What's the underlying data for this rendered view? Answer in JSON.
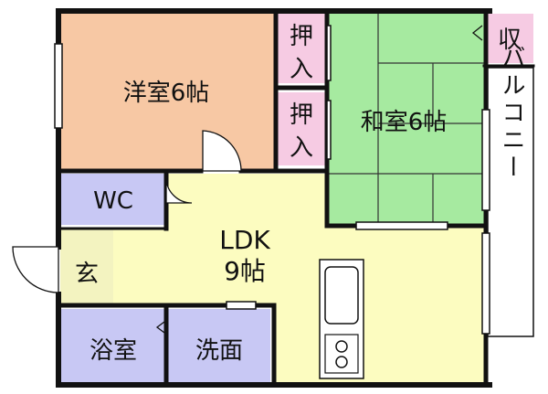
{
  "rooms": {
    "western": "洋室6帖",
    "japanese": "和室6帖",
    "ldk_line1": "LDK",
    "ldk_line2": "9帖",
    "wc": "WC",
    "entrance": "玄",
    "bath": "浴室",
    "washroom": "洗面",
    "closet1_top": "押",
    "closet1_bottom": "入",
    "closet2_top": "押",
    "closet2_bottom": "入",
    "storage": "収",
    "balcony": "バルコニー"
  },
  "colors": {
    "western": "#f7c8a4",
    "japanese": "#a6eaa0",
    "ldk": "#fcfcc0",
    "utility": "#c8c8f4",
    "closet": "#f6cbe3",
    "wall": "#111111"
  }
}
